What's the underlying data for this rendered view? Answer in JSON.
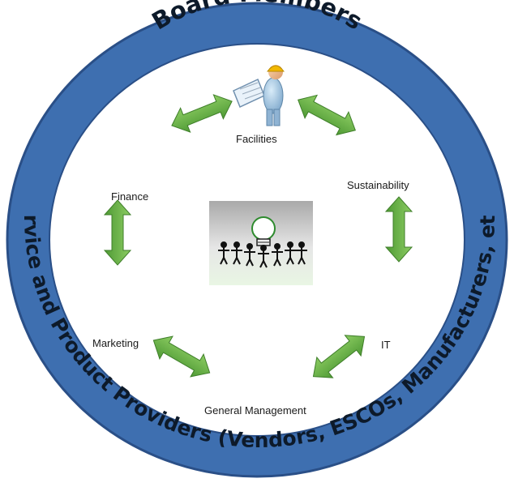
{
  "ring": {
    "top_text": "Board Members",
    "bottom_text": "Service and Product Providers (Vendors, ESCOs, Manufacturers, etc.)",
    "ring_color": "#3e6fb0",
    "ring_edge_color": "#2a4f87"
  },
  "nodes": [
    {
      "id": "facilities",
      "label": "Facilities",
      "icon": "facilities-worker-icon"
    },
    {
      "id": "sustainability",
      "label": "Sustainability",
      "icon": "sustainability-desk-icon"
    },
    {
      "id": "it",
      "label": "IT",
      "icon": "server-rack-icon"
    },
    {
      "id": "general_management",
      "label": "General Management",
      "icon": "management-team-icon"
    },
    {
      "id": "marketing",
      "label": "Marketing",
      "icon": "marketing-chart-icon"
    },
    {
      "id": "finance",
      "label": "Finance",
      "icon": "finance-safe-icon"
    }
  ],
  "center": {
    "icon": "lightbulb-team-icon"
  },
  "arrow_color": "#6ab04c"
}
